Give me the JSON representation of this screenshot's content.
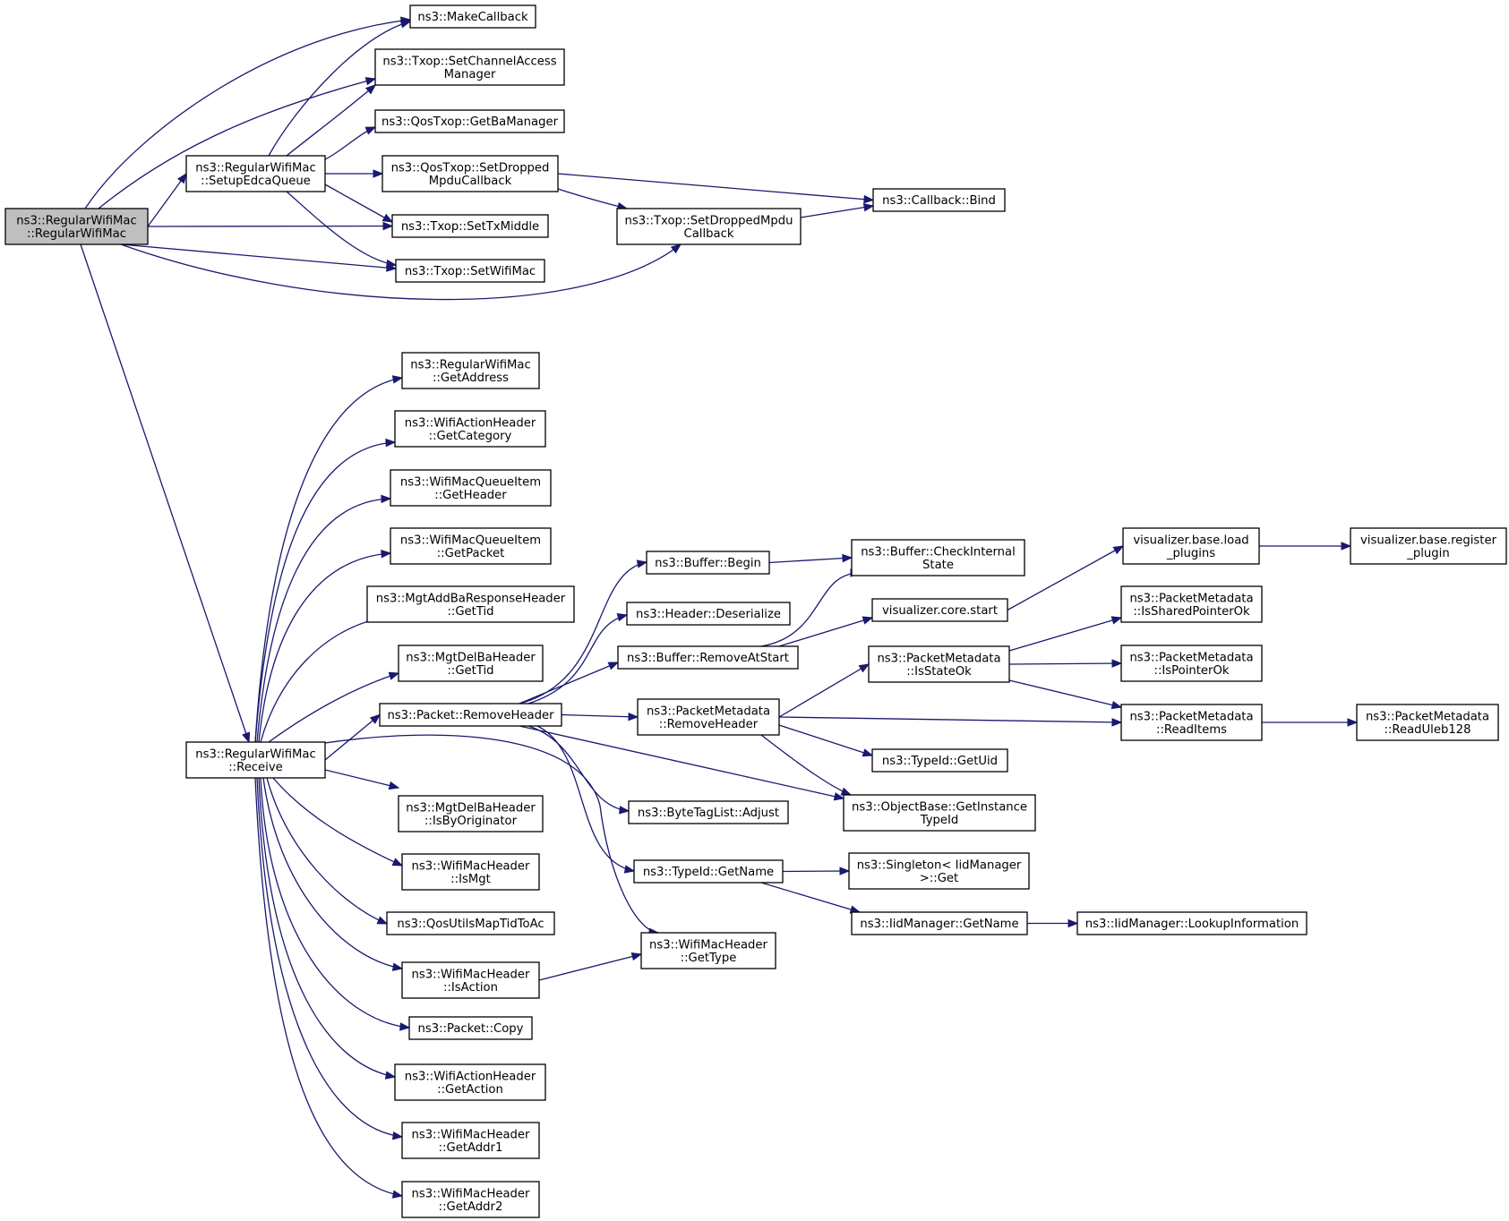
{
  "nodes": [
    {
      "id": "root",
      "lines": [
        "ns3::RegularWifiMac",
        "::RegularWifiMac"
      ],
      "highlight": true
    },
    {
      "id": "makecallback",
      "lines": [
        "ns3::MakeCallback"
      ]
    },
    {
      "id": "setchannelaccess",
      "lines": [
        "ns3::Txop::SetChannelAccess",
        "Manager"
      ]
    },
    {
      "id": "getbamanager",
      "lines": [
        "ns3::QosTxop::GetBaManager"
      ]
    },
    {
      "id": "setupedca",
      "lines": [
        "ns3::RegularWifiMac",
        "::SetupEdcaQueue"
      ]
    },
    {
      "id": "qossetdropped",
      "lines": [
        "ns3::QosTxop::SetDropped",
        "MpduCallback"
      ]
    },
    {
      "id": "callbackbind",
      "lines": [
        "ns3::Callback::Bind"
      ]
    },
    {
      "id": "settxmiddle",
      "lines": [
        "ns3::Txop::SetTxMiddle"
      ]
    },
    {
      "id": "txopsetdropped",
      "lines": [
        "ns3::Txop::SetDroppedMpdu",
        "Callback"
      ]
    },
    {
      "id": "setwifimac",
      "lines": [
        "ns3::Txop::SetWifiMac"
      ]
    },
    {
      "id": "getaddress",
      "lines": [
        "ns3::RegularWifiMac",
        "::GetAddress"
      ]
    },
    {
      "id": "getcategory",
      "lines": [
        "ns3::WifiActionHeader",
        "::GetCategory"
      ]
    },
    {
      "id": "getheader",
      "lines": [
        "ns3::WifiMacQueueItem",
        "::GetHeader"
      ]
    },
    {
      "id": "getpacket",
      "lines": [
        "ns3::WifiMacQueueItem",
        "::GetPacket"
      ]
    },
    {
      "id": "addbaresp",
      "lines": [
        "ns3::MgtAddBaResponseHeader",
        "::GetTid"
      ]
    },
    {
      "id": "delbagettid",
      "lines": [
        "ns3::MgtDelBaHeader",
        "::GetTid"
      ]
    },
    {
      "id": "receive",
      "lines": [
        "ns3::RegularWifiMac",
        "::Receive"
      ]
    },
    {
      "id": "pktremoveheader",
      "lines": [
        "ns3::Packet::RemoveHeader"
      ]
    },
    {
      "id": "bufbegin",
      "lines": [
        "ns3::Buffer::Begin"
      ]
    },
    {
      "id": "hdrdeserialize",
      "lines": [
        "ns3::Header::Deserialize"
      ]
    },
    {
      "id": "bufremoveatstart",
      "lines": [
        "ns3::Buffer::RemoveAtStart"
      ]
    },
    {
      "id": "pmremoveheader",
      "lines": [
        "ns3::PacketMetadata",
        "::RemoveHeader"
      ]
    },
    {
      "id": "checkinternal",
      "lines": [
        "ns3::Buffer::CheckInternal",
        "State"
      ]
    },
    {
      "id": "vizcorestart",
      "lines": [
        "visualizer.core.start"
      ]
    },
    {
      "id": "isstateok",
      "lines": [
        "ns3::PacketMetadata",
        "::IsStateOk"
      ]
    },
    {
      "id": "typeidgetuid",
      "lines": [
        "ns3::TypeId::GetUid"
      ]
    },
    {
      "id": "getinstancetypeid",
      "lines": [
        "ns3::ObjectBase::GetInstance",
        "TypeId"
      ]
    },
    {
      "id": "vizloadplugins",
      "lines": [
        "visualizer.base.load",
        "_plugins"
      ]
    },
    {
      "id": "vizregplugin",
      "lines": [
        "visualizer.base.register",
        "_plugin"
      ]
    },
    {
      "id": "issharedptr",
      "lines": [
        "ns3::PacketMetadata",
        "::IsSharedPointerOk"
      ]
    },
    {
      "id": "isptrok",
      "lines": [
        "ns3::PacketMetadata",
        "::IsPointerOk"
      ]
    },
    {
      "id": "readitems",
      "lines": [
        "ns3::PacketMetadata",
        "::ReadItems"
      ]
    },
    {
      "id": "readuleb",
      "lines": [
        "ns3::PacketMetadata",
        "::ReadUleb128"
      ]
    },
    {
      "id": "bytetagadjust",
      "lines": [
        "ns3::ByteTagList::Adjust"
      ]
    },
    {
      "id": "typeidgetname",
      "lines": [
        "ns3::TypeId::GetName"
      ]
    },
    {
      "id": "singletonget",
      "lines": [
        "ns3::Singleton< IidManager",
        ">::Get"
      ]
    },
    {
      "id": "iidgetname",
      "lines": [
        "ns3::IidManager::GetName"
      ]
    },
    {
      "id": "lookupinfo",
      "lines": [
        "ns3::IidManager::LookupInformation"
      ]
    },
    {
      "id": "isbyoriginator",
      "lines": [
        "ns3::MgtDelBaHeader",
        "::IsByOriginator"
      ]
    },
    {
      "id": "ismgt",
      "lines": [
        "ns3::WifiMacHeader",
        "::IsMgt"
      ]
    },
    {
      "id": "qosmaptid",
      "lines": [
        "ns3::QosUtilsMapTidToAc"
      ]
    },
    {
      "id": "isaction",
      "lines": [
        "ns3::WifiMacHeader",
        "::IsAction"
      ]
    },
    {
      "id": "gettype",
      "lines": [
        "ns3::WifiMacHeader",
        "::GetType"
      ]
    },
    {
      "id": "packetcopy",
      "lines": [
        "ns3::Packet::Copy"
      ]
    },
    {
      "id": "getaction",
      "lines": [
        "ns3::WifiActionHeader",
        "::GetAction"
      ]
    },
    {
      "id": "getaddr1",
      "lines": [
        "ns3::WifiMacHeader",
        "::GetAddr1"
      ]
    },
    {
      "id": "getaddr2",
      "lines": [
        "ns3::WifiMacHeader",
        "::GetAddr2"
      ]
    }
  ],
  "edges": [
    [
      "root",
      "makecallback"
    ],
    [
      "root",
      "setchannelaccess"
    ],
    [
      "root",
      "setupedca"
    ],
    [
      "root",
      "settxmiddle"
    ],
    [
      "root",
      "setwifimac"
    ],
    [
      "root",
      "txopsetdropped"
    ],
    [
      "root",
      "receive"
    ],
    [
      "setupedca",
      "makecallback"
    ],
    [
      "setupedca",
      "setchannelaccess"
    ],
    [
      "setupedca",
      "getbamanager"
    ],
    [
      "setupedca",
      "qossetdropped"
    ],
    [
      "setupedca",
      "settxmiddle"
    ],
    [
      "setupedca",
      "setwifimac"
    ],
    [
      "qossetdropped",
      "callbackbind"
    ],
    [
      "qossetdropped",
      "txopsetdropped"
    ],
    [
      "txopsetdropped",
      "callbackbind"
    ],
    [
      "receive",
      "getaddress"
    ],
    [
      "receive",
      "getcategory"
    ],
    [
      "receive",
      "getheader"
    ],
    [
      "receive",
      "getpacket"
    ],
    [
      "receive",
      "addbaresp"
    ],
    [
      "receive",
      "delbagettid"
    ],
    [
      "receive",
      "pktremoveheader"
    ],
    [
      "receive",
      "gettype"
    ],
    [
      "receive",
      "isbyoriginator"
    ],
    [
      "receive",
      "ismgt"
    ],
    [
      "receive",
      "qosmaptid"
    ],
    [
      "receive",
      "isaction"
    ],
    [
      "receive",
      "packetcopy"
    ],
    [
      "receive",
      "getaction"
    ],
    [
      "receive",
      "getaddr1"
    ],
    [
      "receive",
      "getaddr2"
    ],
    [
      "pktremoveheader",
      "bufbegin"
    ],
    [
      "pktremoveheader",
      "hdrdeserialize"
    ],
    [
      "pktremoveheader",
      "bufremoveatstart"
    ],
    [
      "pktremoveheader",
      "pmremoveheader"
    ],
    [
      "pktremoveheader",
      "getinstancetypeid"
    ],
    [
      "pktremoveheader",
      "bytetagadjust"
    ],
    [
      "pktremoveheader",
      "typeidgetname"
    ],
    [
      "bufbegin",
      "checkinternal"
    ],
    [
      "bufremoveatstart",
      "checkinternal"
    ],
    [
      "bufremoveatstart",
      "vizcorestart"
    ],
    [
      "vizcorestart",
      "vizloadplugins"
    ],
    [
      "vizloadplugins",
      "vizregplugin"
    ],
    [
      "pmremoveheader",
      "isstateok"
    ],
    [
      "pmremoveheader",
      "readitems"
    ],
    [
      "pmremoveheader",
      "typeidgetuid"
    ],
    [
      "pmremoveheader",
      "getinstancetypeid"
    ],
    [
      "isstateok",
      "issharedptr"
    ],
    [
      "isstateok",
      "isptrok"
    ],
    [
      "isstateok",
      "readitems"
    ],
    [
      "readitems",
      "readuleb"
    ],
    [
      "typeidgetname",
      "singletonget"
    ],
    [
      "typeidgetname",
      "iidgetname"
    ],
    [
      "iidgetname",
      "lookupinfo"
    ],
    [
      "isaction",
      "gettype"
    ]
  ]
}
